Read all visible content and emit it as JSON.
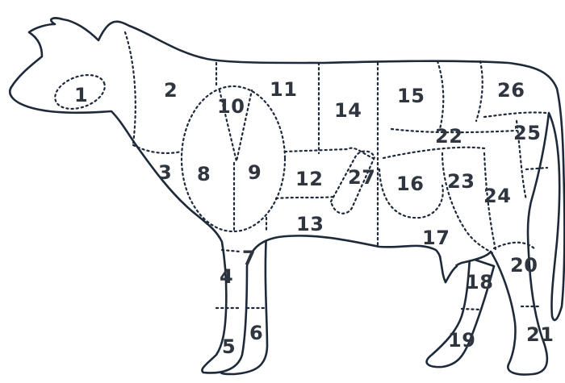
{
  "diagram": {
    "outline_color": "#1e2a3a",
    "label_color": "#2f3640",
    "labels": [
      "1",
      "2",
      "3",
      "4",
      "5",
      "6",
      "7",
      "8",
      "9",
      "10",
      "11",
      "12",
      "13",
      "14",
      "15",
      "16",
      "17",
      "18",
      "19",
      "20",
      "21",
      "22",
      "23",
      "24",
      "25",
      "26",
      "27"
    ]
  }
}
